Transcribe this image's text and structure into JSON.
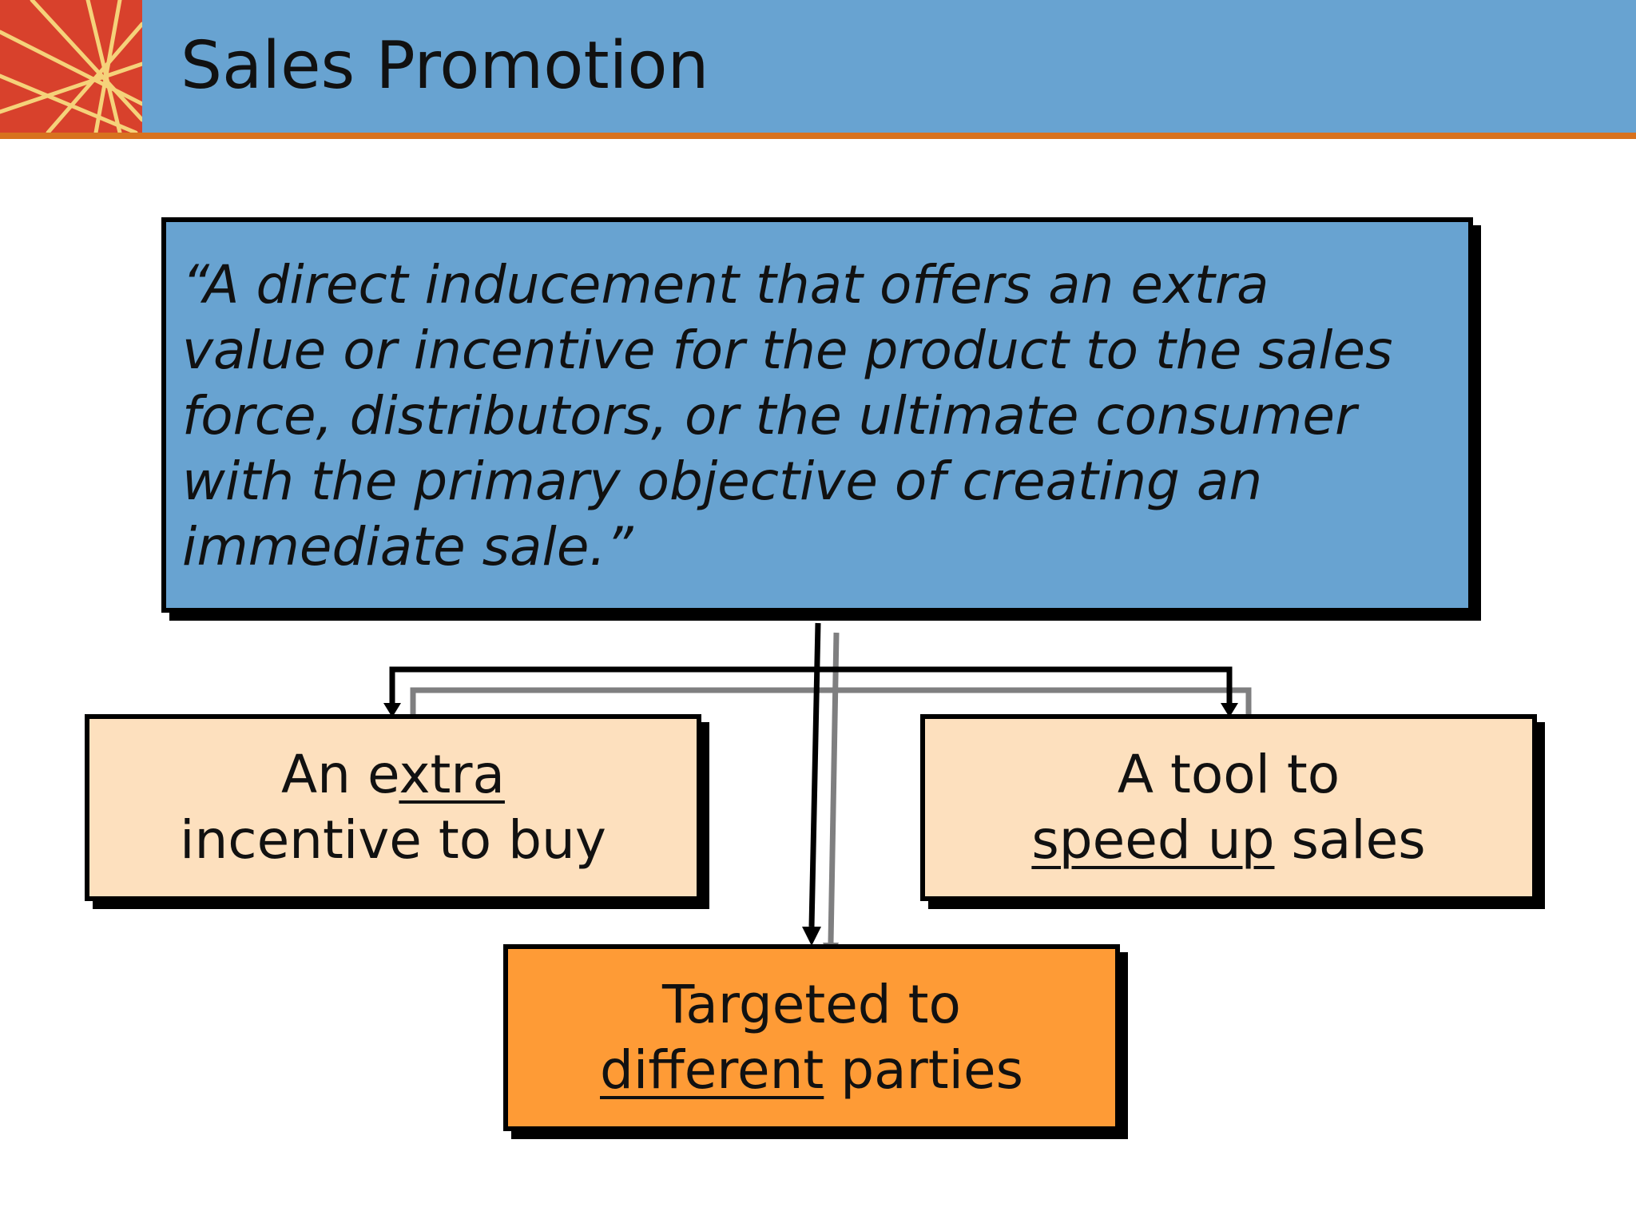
{
  "header": {
    "title": "Sales Promotion"
  },
  "colors": {
    "header_bg": "#68a3d1",
    "header_rule": "#d8721e",
    "logo_bg": "#d8412c",
    "logo_lines": "#f5d27a",
    "definition_bg": "#68a3d1",
    "branch_bg": "#fde0be",
    "target_bg": "#fe9b36"
  },
  "definition": {
    "text": "“A direct inducement that offers an extra\nvalue or incentive for the product to the sales\nforce, distributors, or the ultimate consumer\nwith the primary objective of creating an\nimmediate sale.”"
  },
  "branches": {
    "incentive": {
      "line1_pre": "An e",
      "line1_underlined": "xtra",
      "line2": "incentive to buy"
    },
    "speed": {
      "line1": "A tool to",
      "line2_underlined": "speed up",
      "line2_post": " sales"
    },
    "targeted": {
      "line1": "Targeted to",
      "line2_underlined": "different",
      "line2_post": " parties"
    }
  }
}
